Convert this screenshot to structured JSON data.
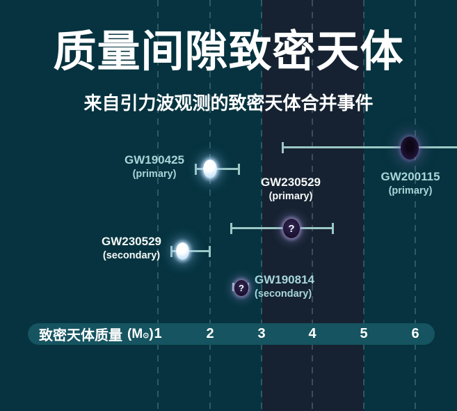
{
  "header": {
    "title": "质量间隙致密天体",
    "subtitle": "来自引力波观测的致密天体合并事件"
  },
  "events": [
    {
      "name": "GW190425",
      "type_label": "(primary)",
      "marker": "neutron-star-dot"
    },
    {
      "name": "GW200115",
      "type_label": "(primary)",
      "marker": "black-hole-dot"
    },
    {
      "name": "GW230529",
      "type_label": "(primary)",
      "marker": "question-mark",
      "question_mark": "?"
    },
    {
      "name": "GW230529",
      "type_label": "(secondary)",
      "marker": "neutron-star-dot"
    },
    {
      "name": "GW190814",
      "type_label": "(secondary)",
      "marker": "question-mark",
      "question_mark": "?"
    }
  ],
  "axis": {
    "label": "致密天体质量",
    "unit_open": "(M",
    "unit_symbol": "⊙",
    "unit_close": ")",
    "ticks": [
      "1",
      "2",
      "3",
      "4",
      "5",
      "6"
    ]
  },
  "colors": {
    "background": "#06333f",
    "mass_gap_band": "#162231",
    "gridline": "rgba(160,200,210,0.26)",
    "error_bar": "#9cc9c6",
    "label_cyan": "#a7d6da",
    "label_white": "#f5f8f7",
    "axis_pill": "#155460",
    "neutron_star_marker": "#d9edfb",
    "black_hole_marker": "#1e1233",
    "question_marker": "#241b3e"
  },
  "chart_data": {
    "type": "scatter",
    "title": "质量间隙致密天体",
    "subtitle": "来自引力波观测的致密天体合并事件",
    "xlabel": "致密天体质量 (M⊙)",
    "xlim": [
      0.3,
      6.8
    ],
    "x_ticks": [
      1,
      2,
      3,
      4,
      5,
      6
    ],
    "grid": "dashed-vertical",
    "mass_gap_band": [
      3,
      5
    ],
    "points": [
      {
        "event": "GW190425",
        "component": "primary",
        "mass": 2.0,
        "mass_lo": 1.7,
        "mass_hi": 2.6,
        "marker": "neutron-star"
      },
      {
        "event": "GW200115",
        "component": "primary",
        "mass": 5.9,
        "mass_lo": 3.4,
        "mass_hi": 6.8,
        "upper_off_scale": true,
        "marker": "black-hole"
      },
      {
        "event": "GW230529",
        "component": "primary",
        "mass": 3.6,
        "mass_lo": 2.4,
        "mass_hi": 4.4,
        "marker": "uncertain"
      },
      {
        "event": "GW230529",
        "component": "secondary",
        "mass": 1.5,
        "mass_lo": 1.2,
        "mass_hi": 2.0,
        "marker": "neutron-star"
      },
      {
        "event": "GW190814",
        "component": "secondary",
        "mass": 2.6,
        "mass_lo": 2.5,
        "mass_hi": 2.7,
        "marker": "uncertain"
      }
    ]
  }
}
